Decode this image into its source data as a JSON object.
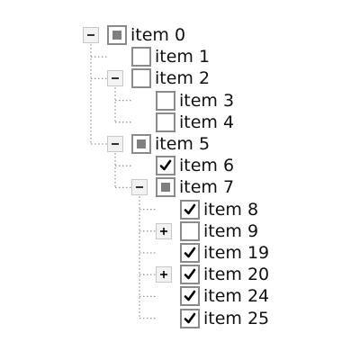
{
  "tree": [
    {
      "label": "item 0",
      "level": 0,
      "toggle": "expanded",
      "check": "partial"
    },
    {
      "label": "item 1",
      "level": 1,
      "toggle": "none",
      "check": "unchecked"
    },
    {
      "label": "item 2",
      "level": 1,
      "toggle": "expanded",
      "check": "unchecked"
    },
    {
      "label": "item 3",
      "level": 2,
      "toggle": "none",
      "check": "unchecked"
    },
    {
      "label": "item 4",
      "level": 2,
      "toggle": "none",
      "check": "unchecked"
    },
    {
      "label": "item 5",
      "level": 1,
      "toggle": "expanded",
      "check": "partial"
    },
    {
      "label": "item 6",
      "level": 2,
      "toggle": "none",
      "check": "checked"
    },
    {
      "label": "item 7",
      "level": 2,
      "toggle": "expanded",
      "check": "partial"
    },
    {
      "label": "item 8",
      "level": 3,
      "toggle": "none",
      "check": "checked"
    },
    {
      "label": "item 9",
      "level": 3,
      "toggle": "collapsed",
      "check": "unchecked"
    },
    {
      "label": "item 19",
      "level": 3,
      "toggle": "none",
      "check": "checked"
    },
    {
      "label": "item 20",
      "level": 3,
      "toggle": "collapsed",
      "check": "checked"
    },
    {
      "label": "item 24",
      "level": 3,
      "toggle": "none",
      "check": "checked"
    },
    {
      "label": "item 25",
      "level": 3,
      "toggle": "none",
      "check": "checked"
    }
  ],
  "colors": {
    "line": "#9a9a9a",
    "text": "#111111",
    "checkbox_border": "#8a8a8a",
    "partial_fill": "#7f7f7f"
  }
}
